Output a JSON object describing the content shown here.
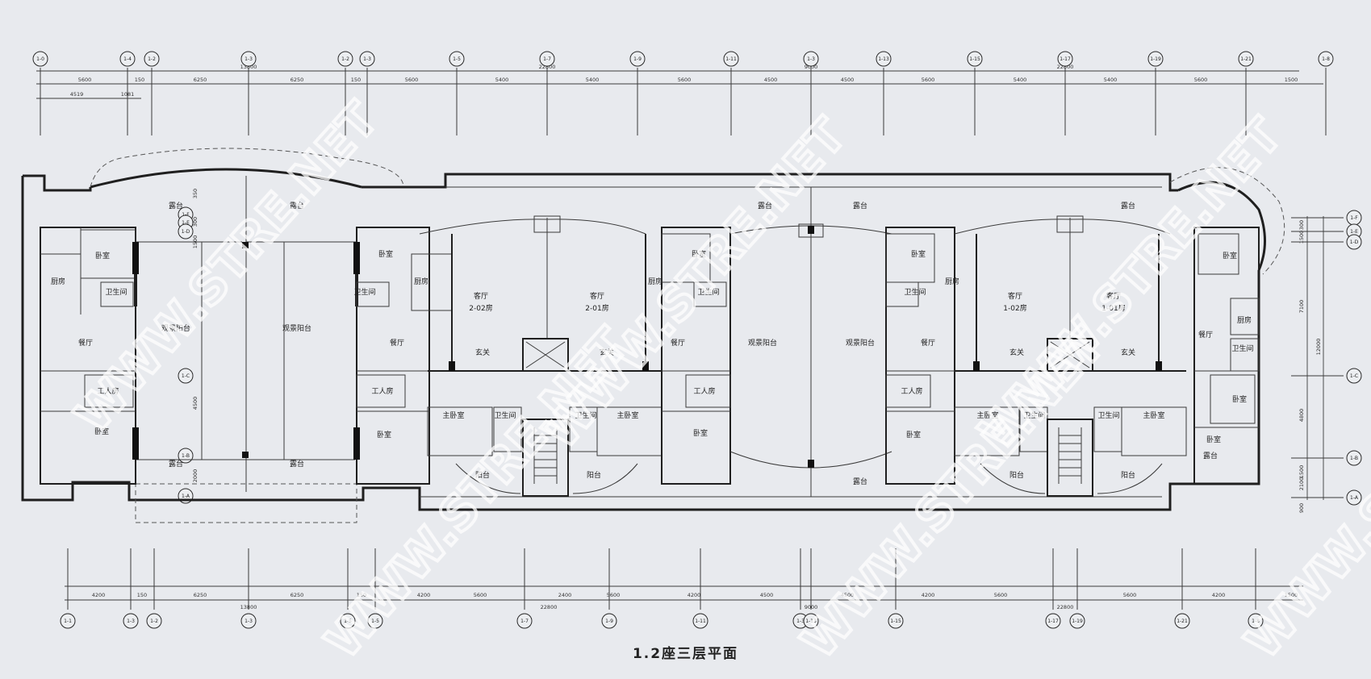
{
  "drawing": {
    "title": "1.2座三层平面",
    "watermark": "WWW.STRE.NET",
    "colors": {
      "paper": "#e8eaee",
      "ink": "#1f1f1f",
      "watermark": "#ffffff"
    }
  },
  "grid": {
    "top_axes": [
      "1-0",
      "1-4",
      "1-2",
      "1-3",
      "1-2",
      "1-3",
      "1-5",
      "1-7",
      "1-9",
      "1-11",
      "1-3",
      "1-13",
      "1-15",
      "1-17",
      "1-19",
      "1-21",
      "1-8"
    ],
    "bottom_axes": [
      "1-1",
      "1-3",
      "1-2",
      "1-3",
      "1-5",
      "1-5",
      "1-7",
      "1-9",
      "1-11",
      "1-3",
      "1-13",
      "1-15",
      "1-17",
      "1-19",
      "1-21",
      "1-8"
    ],
    "right_axes": [
      "1-F",
      "1-E",
      "1-D",
      "1-C",
      "1-B",
      "1-A"
    ],
    "left_axes": [
      "1-F",
      "1-E",
      "1-D",
      "1-C",
      "1-B",
      "1-A"
    ]
  },
  "dimensions": {
    "top_totals": [
      "13800",
      "22800",
      "9000",
      "22800"
    ],
    "top_spans": [
      "5600",
      "150",
      "6250",
      "6250",
      "150",
      "5600",
      "5400",
      "5400",
      "5600",
      "4500",
      "4500",
      "5600",
      "5400",
      "5400",
      "5600",
      "1500"
    ],
    "top_sub": [
      "4519",
      "1081"
    ],
    "bottom_spans": [
      "4200",
      "150",
      "6250",
      "6250",
      "150",
      "4200",
      "5600",
      "2400",
      "5600",
      "4200",
      "4500",
      "4500",
      "4200",
      "5600",
      "5600",
      "4200",
      "1500"
    ],
    "bottom_totals": [
      "13800",
      "22800",
      "9000",
      "22800"
    ],
    "right_spans": [
      "300",
      "1500",
      "7100",
      "12000",
      "4800",
      "1500",
      "2100",
      "900"
    ],
    "left_spans": [
      "350",
      "300",
      "1500",
      "4500",
      "2000"
    ]
  },
  "rooms": [
    {
      "label": "卧室"
    },
    {
      "label": "卫生间"
    },
    {
      "label": "厨房"
    },
    {
      "label": "餐厅"
    },
    {
      "label": "工人房"
    },
    {
      "label": "卧室"
    },
    {
      "label": "观景阳台"
    },
    {
      "label": "观景阳台"
    },
    {
      "label": "露台"
    },
    {
      "label": "露台"
    },
    {
      "label": "露台"
    },
    {
      "label": "露台"
    },
    {
      "label": "卧室"
    },
    {
      "label": "卫生间"
    },
    {
      "label": "厨房"
    },
    {
      "label": "餐厅"
    },
    {
      "label": "工人房"
    },
    {
      "label": "卧室"
    },
    {
      "label": "客厅"
    },
    {
      "label": "2-02房"
    },
    {
      "label": "客厅"
    },
    {
      "label": "2-01房"
    },
    {
      "label": "玄关"
    },
    {
      "label": "玄关"
    },
    {
      "label": "主卧室"
    },
    {
      "label": "卫生间"
    },
    {
      "label": "卫生间"
    },
    {
      "label": "主卧室"
    },
    {
      "label": "阳台"
    },
    {
      "label": "阳台"
    },
    {
      "label": "卧室"
    },
    {
      "label": "卫生间"
    },
    {
      "label": "厨房"
    },
    {
      "label": "餐厅"
    },
    {
      "label": "工人房"
    },
    {
      "label": "卧室"
    },
    {
      "label": "露台"
    },
    {
      "label": "露台"
    },
    {
      "label": "观景阳台"
    },
    {
      "label": "观景阳台"
    },
    {
      "label": "露台"
    },
    {
      "label": "卧室"
    },
    {
      "label": "卫生间"
    },
    {
      "label": "厨房"
    },
    {
      "label": "餐厅"
    },
    {
      "label": "工人房"
    },
    {
      "label": "卧室"
    },
    {
      "label": "客厅"
    },
    {
      "label": "1-02房"
    },
    {
      "label": "客厅"
    },
    {
      "label": "1-01房"
    },
    {
      "label": "玄关"
    },
    {
      "label": "玄关"
    },
    {
      "label": "主卧室"
    },
    {
      "label": "卫生间"
    },
    {
      "label": "卫生间"
    },
    {
      "label": "主卧室"
    },
    {
      "label": "阳台"
    },
    {
      "label": "阳台"
    },
    {
      "label": "露台"
    },
    {
      "label": "卧室"
    },
    {
      "label": "厨房"
    },
    {
      "label": "卫生间"
    },
    {
      "label": "餐厅"
    },
    {
      "label": "卧室"
    },
    {
      "label": "露台"
    },
    {
      "label": "卧室"
    }
  ]
}
